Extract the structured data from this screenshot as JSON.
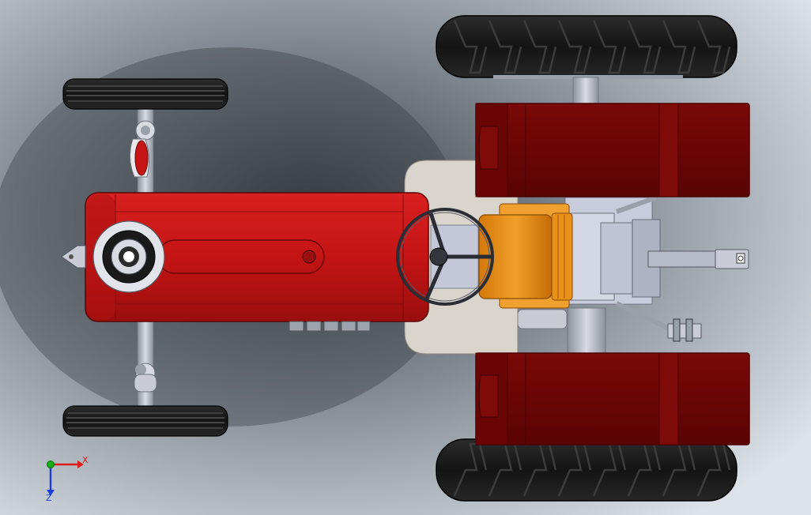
{
  "viewport": {
    "background": {
      "dark": "#3b3f44",
      "mid": "#7f8790",
      "light": "#dde2e8",
      "top_highlight": "#c8ced6"
    }
  },
  "model": {
    "colors": {
      "body_red": "#c41414",
      "body_red_dark": "#8e0e0e",
      "fender_maroon": "#6e0606",
      "fender_maroon_edge": "#4a0303",
      "seat_orange": "#e8901a",
      "seat_orange_dark": "#b86a06",
      "platform_beige": "#d9d4cc",
      "tire_black": "#1b1b1b",
      "tire_tread": "#3a3a3a",
      "steel_gray": "#b7bcc8",
      "steel_dark": "#6a6f7a",
      "chassis_light": "#c9ccdc"
    },
    "components": [
      "front-left-wheel",
      "front-right-wheel",
      "front-axle",
      "hood",
      "radiator-pulley",
      "steering-wheel",
      "operator-seat",
      "rear-left-fender",
      "rear-right-fender",
      "rear-left-tire",
      "rear-right-tire",
      "three-point-hitch",
      "drawbar"
    ]
  },
  "triad": {
    "x_label": "X",
    "z_label": "Z",
    "x_color": "#e01b1b",
    "z_color": "#1c3fd8",
    "origin_color": "#16b016"
  }
}
